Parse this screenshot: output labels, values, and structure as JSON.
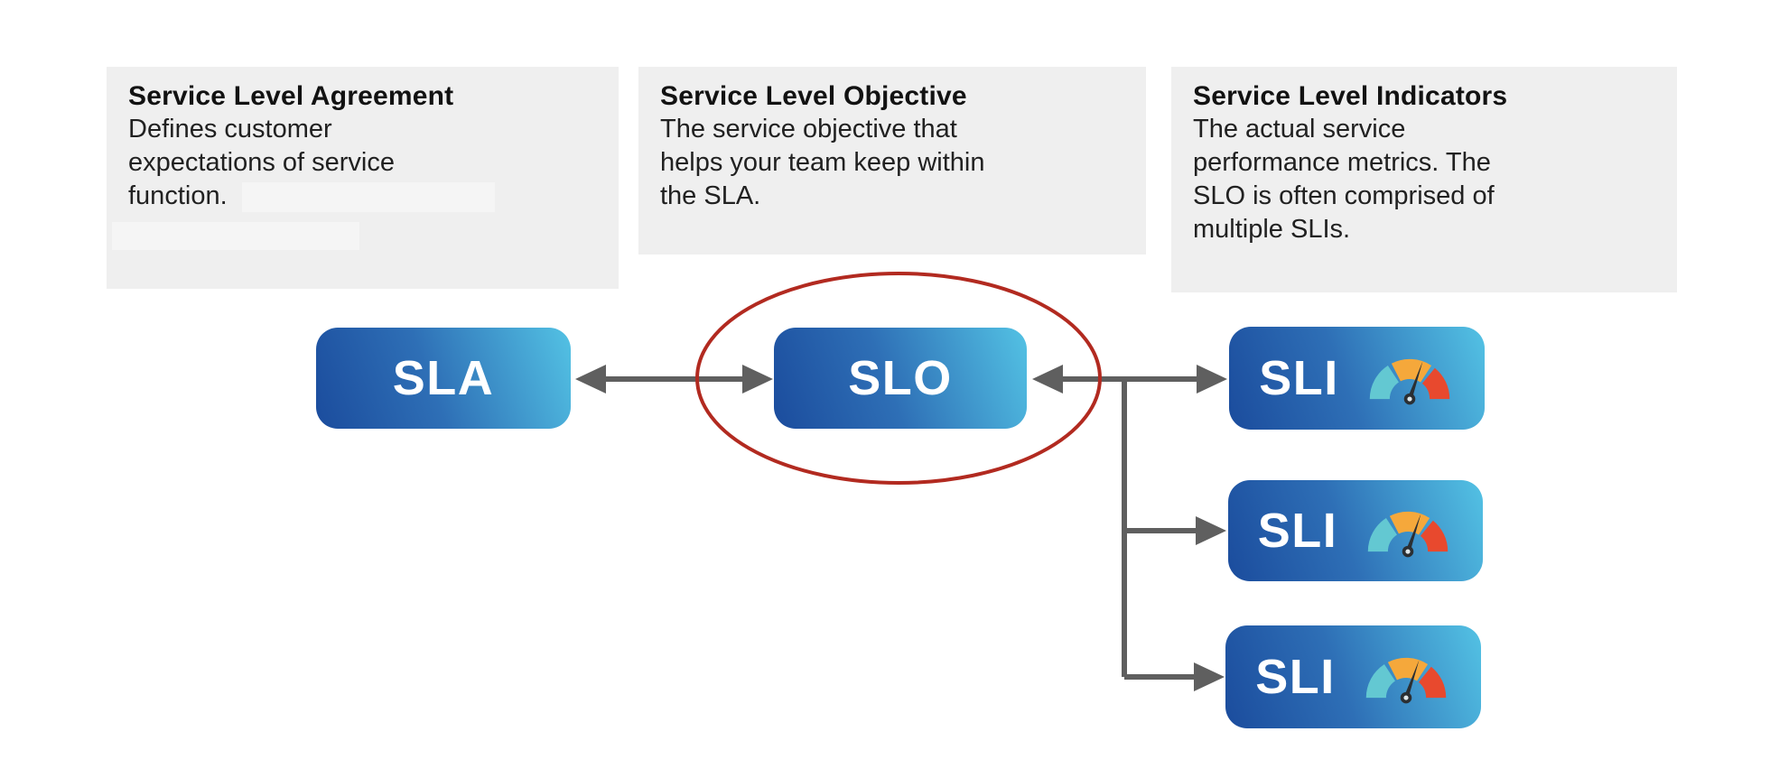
{
  "cards": [
    {
      "title": "Service Level Agreement",
      "lines": [
        "Defines customer",
        "expectations of service",
        "function."
      ],
      "body": "Defines customer expectations of service function."
    },
    {
      "title": "Service Level Objective",
      "lines": [
        "The service objective that",
        "helps your team keep within",
        "the SLA."
      ],
      "body": "The service objective that helps your team keep within the SLA."
    },
    {
      "title": "Service Level Indicators",
      "lines": [
        "The actual service",
        "performance metrics. The",
        "SLO is often comprised of",
        "multiple SLIs."
      ],
      "body": "The actual service performance metrics. The SLO is often comprised of multiple SLIs."
    }
  ],
  "nodes": [
    {
      "label": "SLA"
    },
    {
      "label": "SLO",
      "highlighted": true
    },
    {
      "label": "SLI",
      "icon": "gauge-icon"
    },
    {
      "label": "SLI",
      "icon": "gauge-icon"
    },
    {
      "label": "SLI",
      "icon": "gauge-icon"
    }
  ],
  "connections": [
    {
      "from": "SLA",
      "to": "SLO",
      "type": "double-arrow"
    },
    {
      "from": "SLO",
      "to": "SLI",
      "type": "double-arrow-branch",
      "branches": 3
    }
  ],
  "highlight": {
    "shape": "ellipse",
    "around": "SLO",
    "color": "#b22a20"
  },
  "colors": {
    "card_bg": "#efefef",
    "redacted_block": "#f5f5f5",
    "node_gradient_start": "#1b4c9d",
    "node_gradient_end": "#53c2e4",
    "node_text": "#ffffff",
    "arrow": "#5f5f5f",
    "highlight": "#b22a20",
    "gauge_teal": "#63c8d2",
    "gauge_orange": "#f5a83b",
    "gauge_red": "#e8492e",
    "gauge_needle": "#2b2f33"
  }
}
